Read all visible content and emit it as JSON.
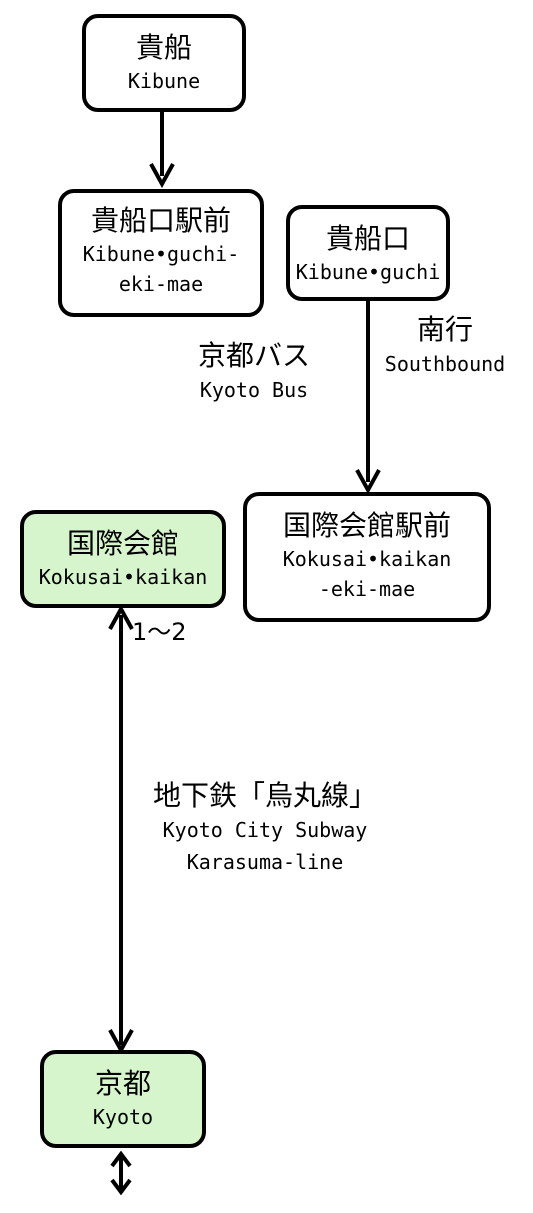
{
  "stations": {
    "kibune": {
      "jp": "貴船",
      "en": "Kibune"
    },
    "kibuneguchi_ekimae": {
      "jp": "貴船口駅前",
      "en1": "Kibune•guchi-",
      "en2": "eki-mae"
    },
    "kibuneguchi": {
      "jp": "貴船口",
      "en": "Kibune•guchi"
    },
    "kokusai_kaikan_ekimae": {
      "jp": "国際会館駅前",
      "en1": "Kokusai•kaikan",
      "en2": "-eki-mae"
    },
    "kokusai_kaikan": {
      "jp": "国際会館",
      "en": "Kokusai•kaikan"
    },
    "kyoto": {
      "jp": "京都",
      "en": "Kyoto"
    }
  },
  "labels": {
    "southbound_jp": "南行",
    "southbound_en": "Southbound",
    "kyoto_bus_jp": "京都バス",
    "kyoto_bus_en": "Kyoto Bus",
    "platform": "1～2",
    "subway_jp": "地下鉄「烏丸線」",
    "subway_en1": "Kyoto City Subway",
    "subway_en2": "Karasuma-line"
  },
  "colors": {
    "station_green": "#d6f5cc",
    "station_white": "#ffffff",
    "line": "#000000"
  }
}
